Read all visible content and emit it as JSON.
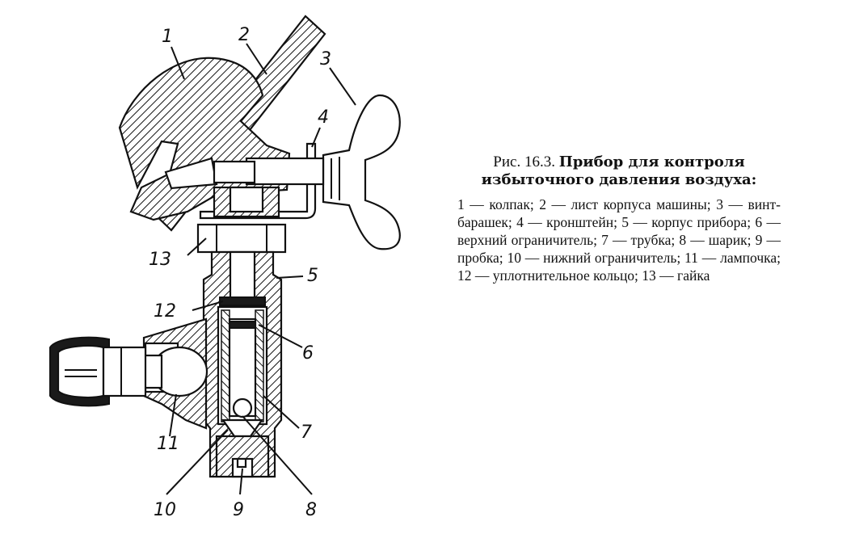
{
  "figure": {
    "labels": [
      "1",
      "2",
      "3",
      "4",
      "5",
      "6",
      "7",
      "8",
      "9",
      "10",
      "11",
      "12",
      "13"
    ]
  },
  "caption": {
    "prefix": "Рис. 16.3. ",
    "title": "Прибор для контроля избыточного давления воздуха:",
    "legend": "1 — колпак; 2 — лист корпуса машины; 3 — винт-барашек; 4 — кронштейн; 5 — корпус прибора; 6 — верхний ограничитель; 7 — трубка; 8 — шарик; 9 — пробка; 10 — нижний ограничитель; 11 — лампочка; 12 — уплотнительное кольцо; 13 — гайка"
  }
}
